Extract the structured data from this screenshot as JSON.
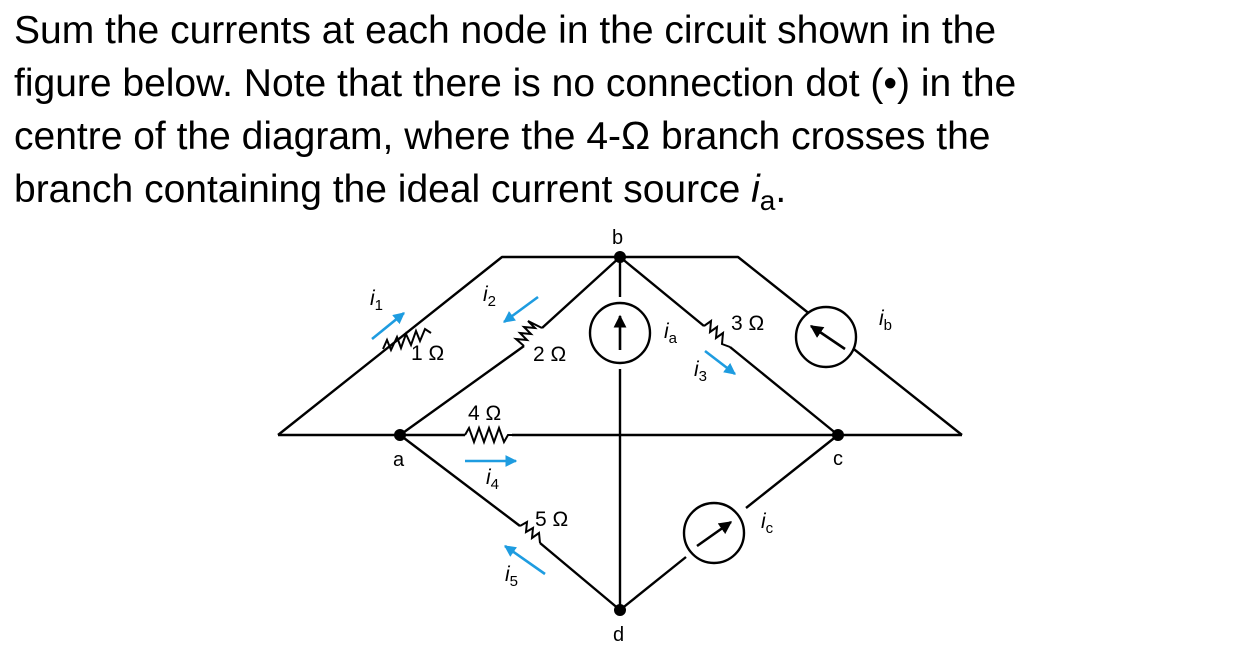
{
  "question": {
    "line1": "Sum the currents at each node in the circuit shown in the",
    "line2": "figure below. Note that there is no connection dot (•) in the",
    "line3": "centre of the diagram, where the 4-Ω branch crosses the",
    "line4_prefix": "branch containing the ideal current source ",
    "line4_var": "i",
    "line4_sub": "a",
    "line4_suffix": "."
  },
  "nodes": {
    "a": "a",
    "b": "b",
    "c": "c",
    "d": "d"
  },
  "resistors": {
    "r1": "1 Ω",
    "r2": "2 Ω",
    "r3": "3 Ω",
    "r4": "4 Ω",
    "r5": "5 Ω"
  },
  "currents": {
    "i1": {
      "var": "i",
      "sub": "1"
    },
    "i2": {
      "var": "i",
      "sub": "2"
    },
    "i3": {
      "var": "i",
      "sub": "3"
    },
    "i4": {
      "var": "i",
      "sub": "4"
    },
    "i5": {
      "var": "i",
      "sub": "5"
    },
    "ia": {
      "var": "i",
      "sub": "a"
    },
    "ib": {
      "var": "i",
      "sub": "b"
    },
    "ic": {
      "var": "i",
      "sub": "c"
    }
  },
  "colors": {
    "wire": "#000000",
    "current_arrow": "#1e9ce0"
  }
}
